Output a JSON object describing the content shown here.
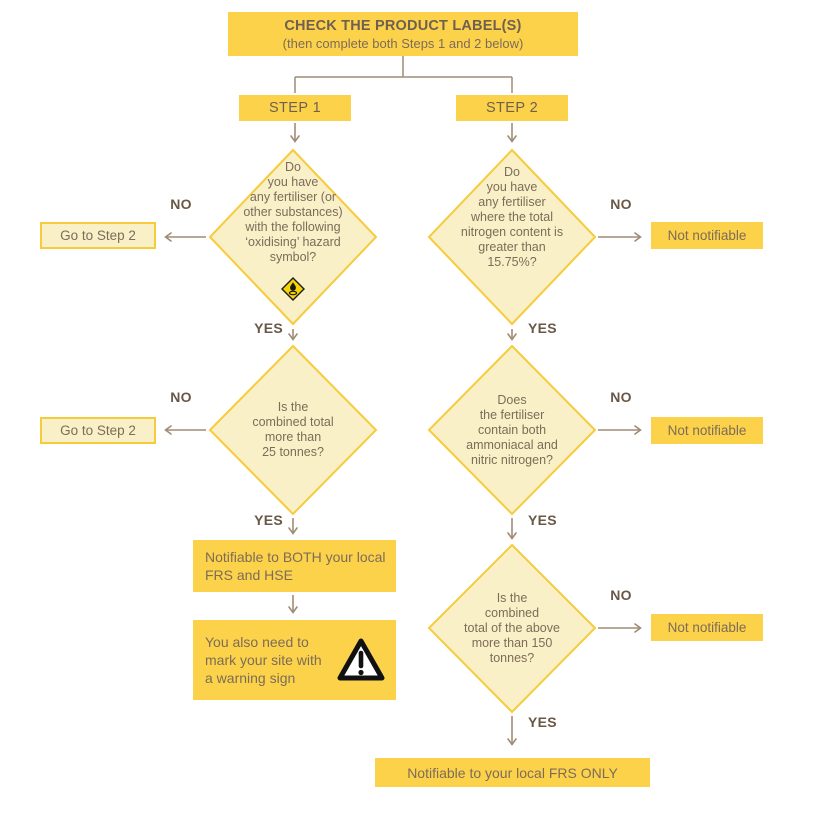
{
  "header": {
    "title": "CHECK THE PRODUCT LABEL(S)",
    "subtitle": "(then complete both Steps 1 and 2 below)"
  },
  "labels": {
    "no": "NO",
    "yes": "YES"
  },
  "step1": {
    "name": "STEP 1",
    "q1": "Do\nyou have\nany fertiliser (or\nother substances)\nwith the following\n‘oxidising’ hazard\nsymbol?",
    "q1_no": "Go to Step 2",
    "q2": "Is the\ncombined total\nmore than\n25 tonnes?",
    "q2_no": "Go to Step 2",
    "result": "Notifiable to BOTH your local\nFRS and HSE",
    "extra": "You also need to\nmark your site with\na warning sign"
  },
  "step2": {
    "name": "STEP 2",
    "q1": "Do\nyou have\nany fertiliser\nwhere the total\nnitrogen content is\ngreater than\n15.75%?",
    "q1_no": "Not notifiable",
    "q2": "Does\nthe fertiliser\ncontain both\nammoniacal and\nnitric nitrogen?",
    "q2_no": "Not notifiable",
    "q3": "Is the\ncombined\ntotal of the above\nmore than 150\ntonnes?",
    "q3_no": "Not notifiable",
    "result": "Notifiable to your local FRS ONLY"
  },
  "icons": {
    "oxidising_symbol": "oxidising-hazard-pictogram",
    "warning_sign": "warning-triangle"
  },
  "palette": {
    "gold": "#fcd24b",
    "pale_fill": "#faf0c8",
    "diamond_border": "#f6cb3c",
    "text_brown": "#7d6c58",
    "label_brown": "#6a5847",
    "arrow": "#a08c75"
  }
}
